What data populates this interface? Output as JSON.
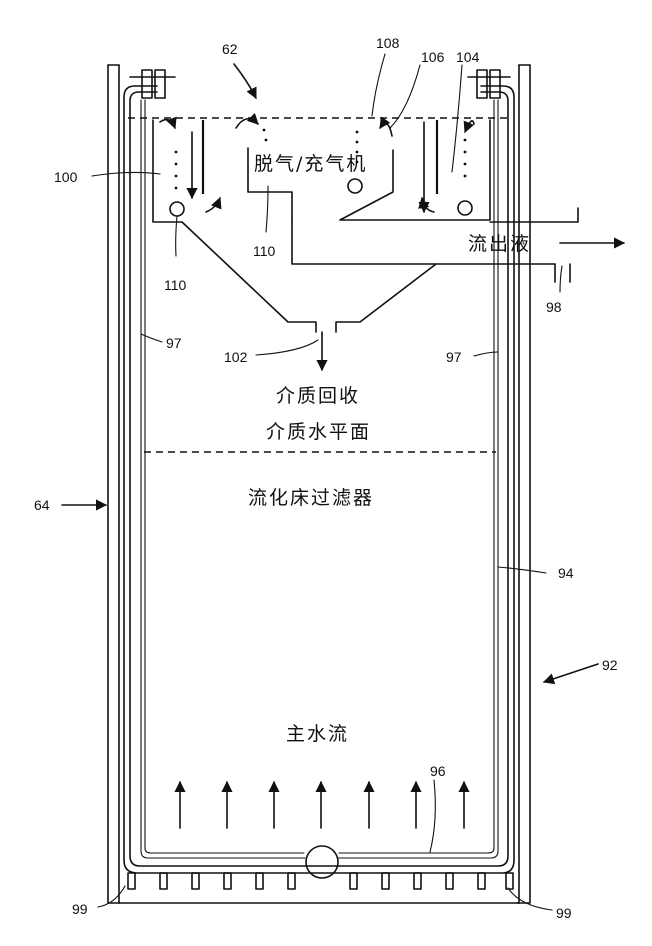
{
  "labels": {
    "degasser": "脱气/充气机",
    "effluent": "流出液",
    "media_recovery": "介质回收",
    "media_level": "介质水平面",
    "fluidized_bed": "流化床过滤器",
    "main_flow": "主水流"
  },
  "refs": {
    "r62": "62",
    "r108": "108",
    "r106": "106",
    "r104": "104",
    "r100": "100",
    "r110a": "110",
    "r110b": "110",
    "r98": "98",
    "r97a": "97",
    "r97b": "97",
    "r102": "102",
    "r64": "64",
    "r94": "94",
    "r92": "92",
    "r96": "96",
    "r99a": "99",
    "r99b": "99"
  }
}
